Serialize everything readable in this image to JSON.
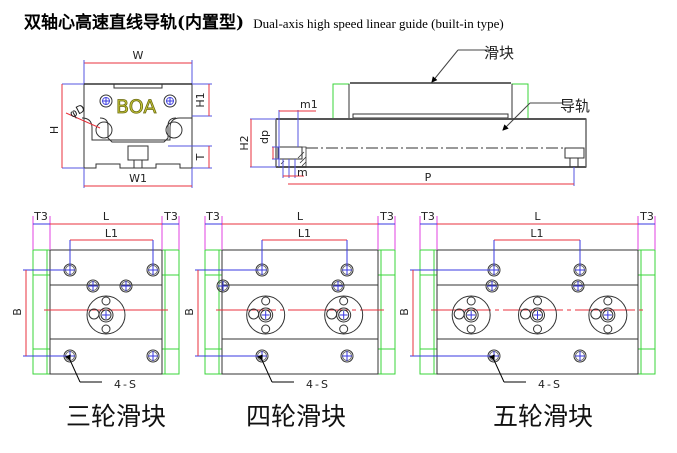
{
  "title": {
    "chinese": "双轴心高速直线导轨(内置型)",
    "english": "Dual-axis high speed linear guide (built-in type)"
  },
  "front_view": {
    "logo_text": "BOA",
    "dims": {
      "W": "W",
      "W1": "W1",
      "H": "H",
      "H1": "H1",
      "T": "T",
      "D": "φD"
    }
  },
  "side_view": {
    "slider_label": "滑块",
    "rail_label": "导轨",
    "dims": {
      "H2": "H2",
      "dp": "dp",
      "m1": "m1",
      "m": "m",
      "P": "P"
    }
  },
  "top_views": [
    {
      "caption": "三轮滑块",
      "wheels": 1,
      "dims": {
        "L": "L",
        "L1": "L1",
        "T3": "T3",
        "B": "B",
        "holes": "4-S"
      }
    },
    {
      "caption": "四轮滑块",
      "wheels": 2,
      "dims": {
        "L": "L",
        "L1": "L1",
        "T3": "T3",
        "B": "B",
        "holes": "4-S"
      }
    },
    {
      "caption": "五轮滑块",
      "wheels": 3,
      "dims": {
        "L": "L",
        "L1": "L1",
        "T3": "T3",
        "B": "B",
        "holes": "4-S"
      }
    }
  ],
  "colors": {
    "outline": "#333333",
    "dimension_red": "#e8323c",
    "dimension_blue": "#3a3ae0",
    "end_cap_green": "#39d639",
    "extension_magenta": "#e040e0",
    "logo_olive": "#9a9a1a"
  }
}
